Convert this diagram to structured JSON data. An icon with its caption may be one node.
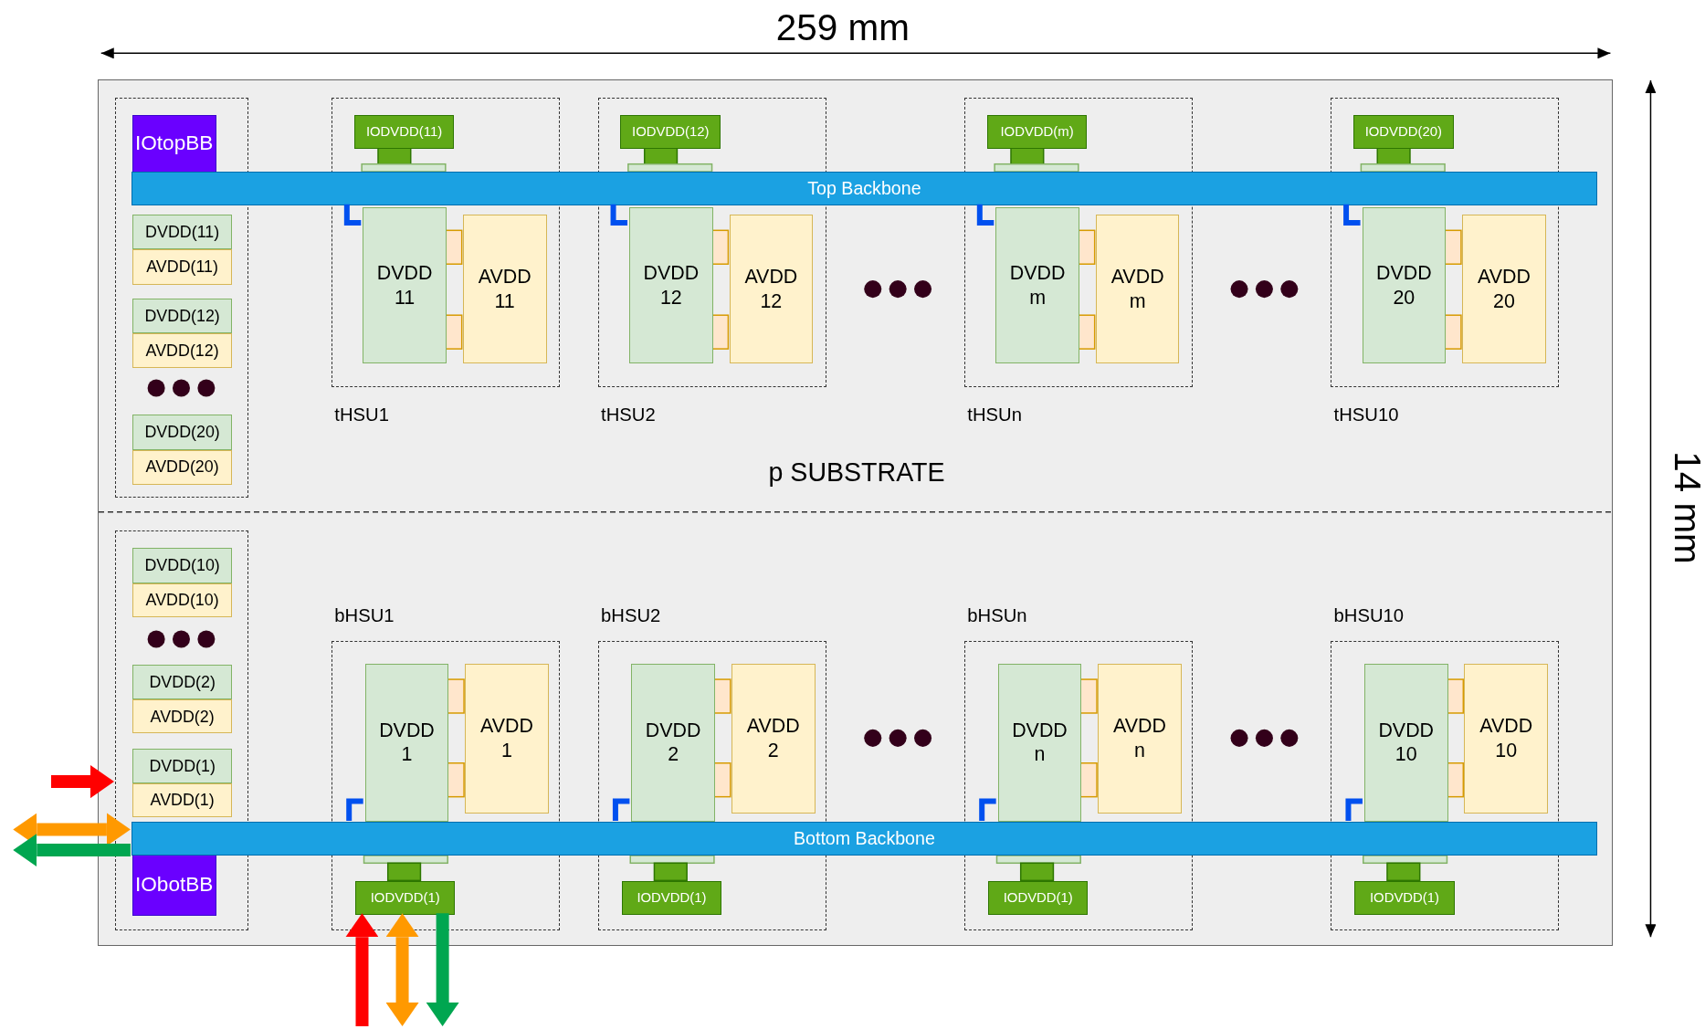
{
  "diagram": {
    "nodes": [
      {
        "text": [
          "p SUBSTRATE"
        ]
      },
      {
        "text": [],
        "shape": "box",
        "in": 0
      },
      {
        "text": [
          "IOtopBB"
        ],
        "in": 1
      },
      {
        "text": [
          "DVDD(11)"
        ],
        "in": 1
      },
      {
        "text": [
          "AVDD(11)"
        ],
        "in": 1
      },
      {
        "text": [
          "DVDD(12)"
        ],
        "in": 1
      },
      {
        "text": [
          "AVDD(12)"
        ],
        "in": 1
      },
      {
        "text": [
          "DVDD(20)"
        ],
        "in": 1
      },
      {
        "text": [
          "AVDD(20)"
        ],
        "in": 1
      },
      {
        "text": [
          "Top Backbone"
        ],
        "in": 0
      },
      {
        "text": [
          "tHSU1"
        ],
        "in": 0
      },
      {
        "text": [
          "IODVDD(11)"
        ],
        "in": 10
      },
      {
        "text": [
          "DVDD 11"
        ],
        "in": 10
      },
      {
        "text": [
          "AVDD 11"
        ],
        "in": 10
      },
      {
        "text": [
          "tHSU2"
        ],
        "in": 0
      },
      {
        "text": [
          "IODVDD(12)"
        ],
        "in": 14
      },
      {
        "text": [
          "DVDD 12"
        ],
        "in": 14
      },
      {
        "text": [
          "AVDD 12"
        ],
        "in": 14
      },
      {
        "text": [
          "tHSUn"
        ],
        "in": 0
      },
      {
        "text": [
          "IODVDD(m)"
        ],
        "in": 18
      },
      {
        "text": [
          "DVDD m"
        ],
        "in": 18
      },
      {
        "text": [
          "AVDD m"
        ],
        "in": 18
      },
      {
        "text": [
          "tHSU10"
        ],
        "in": 0
      },
      {
        "text": [
          "IODVDD(20)"
        ],
        "in": 22
      },
      {
        "text": [
          "DVDD 20"
        ],
        "in": 22
      },
      {
        "text": [
          "AVDD 20"
        ],
        "in": 22
      },
      {
        "text": [],
        "shape": "box",
        "in": 0
      },
      {
        "text": [
          "DVDD(10)"
        ],
        "in": 26
      },
      {
        "text": [
          "AVDD(10)"
        ],
        "in": 26
      },
      {
        "text": [
          "DVDD(2)"
        ],
        "in": 26
      },
      {
        "text": [
          "AVDD(2)"
        ],
        "in": 26
      },
      {
        "text": [
          "DVDD(1)"
        ],
        "in": 26
      },
      {
        "text": [
          "AVDD(1)"
        ],
        "in": 26
      },
      {
        "text": [
          "IObotBB"
        ],
        "in": 26
      },
      {
        "text": [
          "Bottom Backbone"
        ],
        "in": 0
      },
      {
        "text": [
          "bHSU1"
        ],
        "in": 0
      },
      {
        "text": [
          "DVDD 1"
        ],
        "in": 35
      },
      {
        "text": [
          "AVDD 1"
        ],
        "in": 35
      },
      {
        "text": [
          "IODVDD(1)"
        ],
        "in": 35
      },
      {
        "text": [
          "bHSU2"
        ],
        "in": 0
      },
      {
        "text": [
          "DVDD 2"
        ],
        "in": 39
      },
      {
        "text": [
          "AVDD 2"
        ],
        "in": 39
      },
      {
        "text": [
          "IODVDD(1)"
        ],
        "in": 39
      },
      {
        "text": [
          "bHSUn"
        ],
        "in": 0
      },
      {
        "text": [
          "DVDD n"
        ],
        "in": 43
      },
      {
        "text": [
          "AVDD n"
        ],
        "in": 43
      },
      {
        "text": [
          "IODVDD(1)"
        ],
        "in": 43
      },
      {
        "text": [
          "bHSU10"
        ],
        "in": 0
      },
      {
        "text": [
          "DVDD 10"
        ],
        "in": 47
      },
      {
        "text": [
          "AVDD 10"
        ],
        "in": 47
      },
      {
        "text": [
          "IODVDD(1)"
        ],
        "in": 47
      }
    ],
    "edges": [
      {
        "from": null,
        "to": 26,
        "arrow": "to",
        "style": "thick",
        "color": "#ff0000"
      },
      {
        "from": null,
        "to": 34,
        "arrow": "both",
        "style": "thick",
        "color": "#ff9900"
      },
      {
        "from": 34,
        "to": null,
        "arrow": "to",
        "style": "thick",
        "color": "#00a650"
      },
      {
        "from": null,
        "to": 38,
        "arrow": "to",
        "style": "thick",
        "color": "#ff0000"
      },
      {
        "from": null,
        "to": 38,
        "arrow": "both",
        "style": "thick",
        "color": "#ff9900"
      },
      {
        "from": 38,
        "to": null,
        "arrow": "to",
        "style": "thick",
        "color": "#00a650"
      },
      {
        "from": 9,
        "to": 12,
        "arrow": "none",
        "color": "#0050ef"
      },
      {
        "from": 9,
        "to": 16,
        "arrow": "none",
        "color": "#0050ef"
      },
      {
        "from": 9,
        "to": 20,
        "arrow": "none",
        "color": "#0050ef"
      },
      {
        "from": 9,
        "to": 24,
        "arrow": "none",
        "color": "#0050ef"
      },
      {
        "from": 34,
        "to": 36,
        "arrow": "none",
        "color": "#0050ef"
      },
      {
        "from": 34,
        "to": 40,
        "arrow": "none",
        "color": "#0050ef"
      },
      {
        "from": 34,
        "to": 44,
        "arrow": "none",
        "color": "#0050ef"
      },
      {
        "from": 34,
        "to": 48,
        "arrow": "none",
        "color": "#0050ef"
      }
    ],
    "labels": [
      "259 mm",
      "14 mm"
    ]
  }
}
